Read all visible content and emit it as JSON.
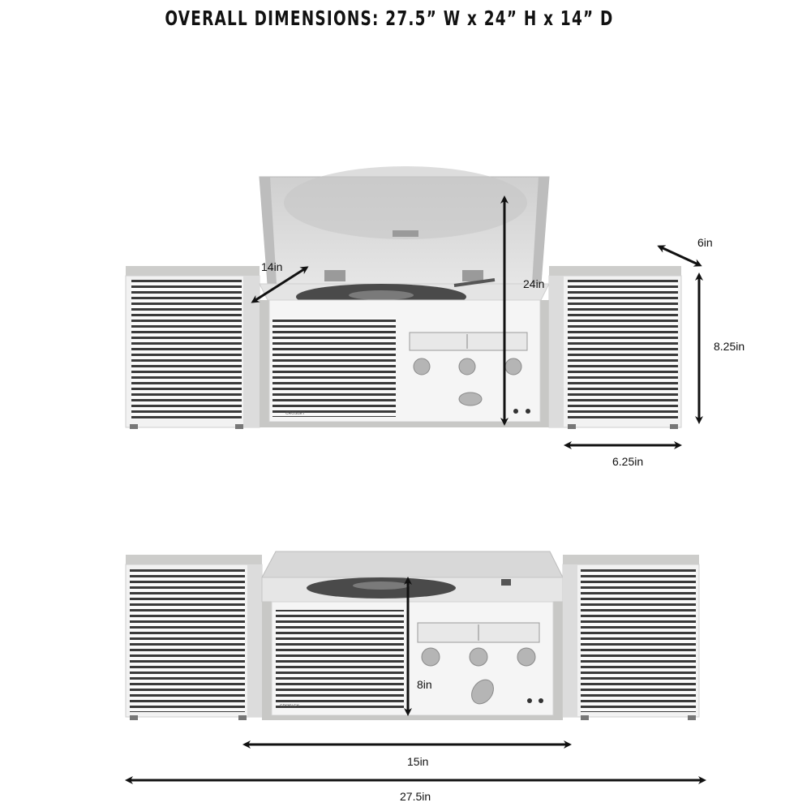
{
  "title": "OVERALL DIMENSIONS: 27.5” W x 24” H x 14” D",
  "top_view": {
    "depth_label": "14in",
    "height_label": "24in",
    "speaker_depth_label": "6in",
    "speaker_height_label": "8.25in",
    "speaker_width_label": "6.25in"
  },
  "bottom_view": {
    "console_height_label": "8in",
    "console_width_label": "15in",
    "overall_width_label": "27.5in"
  },
  "brand_text": "CROSLEY",
  "colors": {
    "cabinet": "#f4f4f4",
    "wood": "#c8c8c6",
    "slat": "#3a3a3a",
    "lid": "#d6d6d6",
    "arrow": "#111111"
  }
}
